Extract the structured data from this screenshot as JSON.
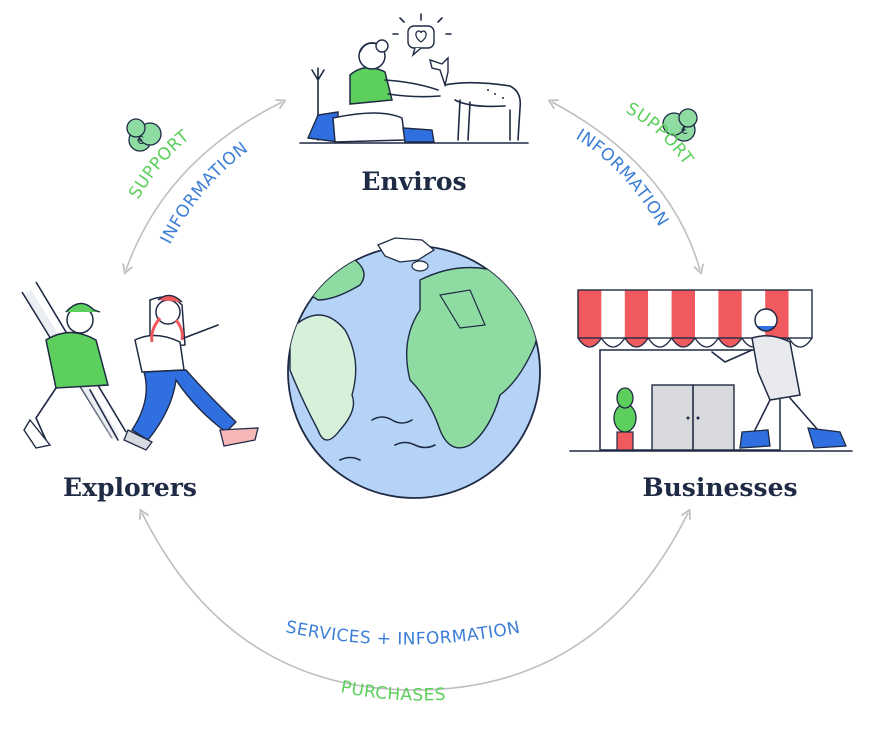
{
  "nodes": {
    "enviros": {
      "label": "Enviros"
    },
    "explorers": {
      "label": "Explorers"
    },
    "businesses": {
      "label": "Businesses"
    }
  },
  "flows": {
    "left_support": "SUPPORT",
    "left_information": "INFORMATION",
    "right_support": "SUPPORT",
    "right_information": "INFORMATION",
    "bottom_services": "SERVICES + INFORMATION",
    "bottom_purchases": "PURCHASES"
  },
  "icons": [
    "coin-stack-icon",
    "heart-speech-bubble-icon",
    "globe-icon",
    "storefront-icon",
    "deer-icon",
    "person-icon"
  ],
  "colors": {
    "ink": "#1f2a44",
    "blue": "#3d7fd6",
    "green": "#5ccf5c",
    "arrow": "#bfbfbf",
    "awning_red": "#f05a5e",
    "ocean": "#b5d3f6",
    "land": "#8fdca3"
  }
}
